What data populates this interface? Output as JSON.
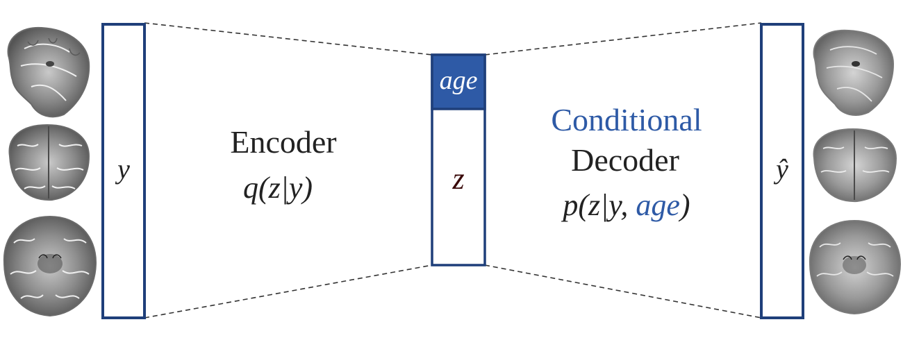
{
  "colors": {
    "box_stroke": "#1f3f7a",
    "accent_blue": "#2e5aa6",
    "age_fill": "#2e5aa6",
    "text_dark": "#222222",
    "latent_text": "#3a0a0a",
    "dashed_line": "#333333"
  },
  "input": {
    "label": "y"
  },
  "encoder": {
    "title": "Encoder",
    "formula": "q(z|y)"
  },
  "latent": {
    "condition_label": "age",
    "label": "z"
  },
  "decoder": {
    "title_accent": "Conditional",
    "title": "Decoder",
    "formula_prefix": "p(z|y, ",
    "formula_condition": "age",
    "formula_suffix": ")"
  },
  "output": {
    "label": "ŷ"
  },
  "input_images": [
    "brain-sagittal-icon",
    "brain-coronal-icon",
    "brain-axial-icon"
  ],
  "output_images": [
    "brain-sagittal-icon",
    "brain-coronal-icon",
    "brain-axial-icon"
  ]
}
